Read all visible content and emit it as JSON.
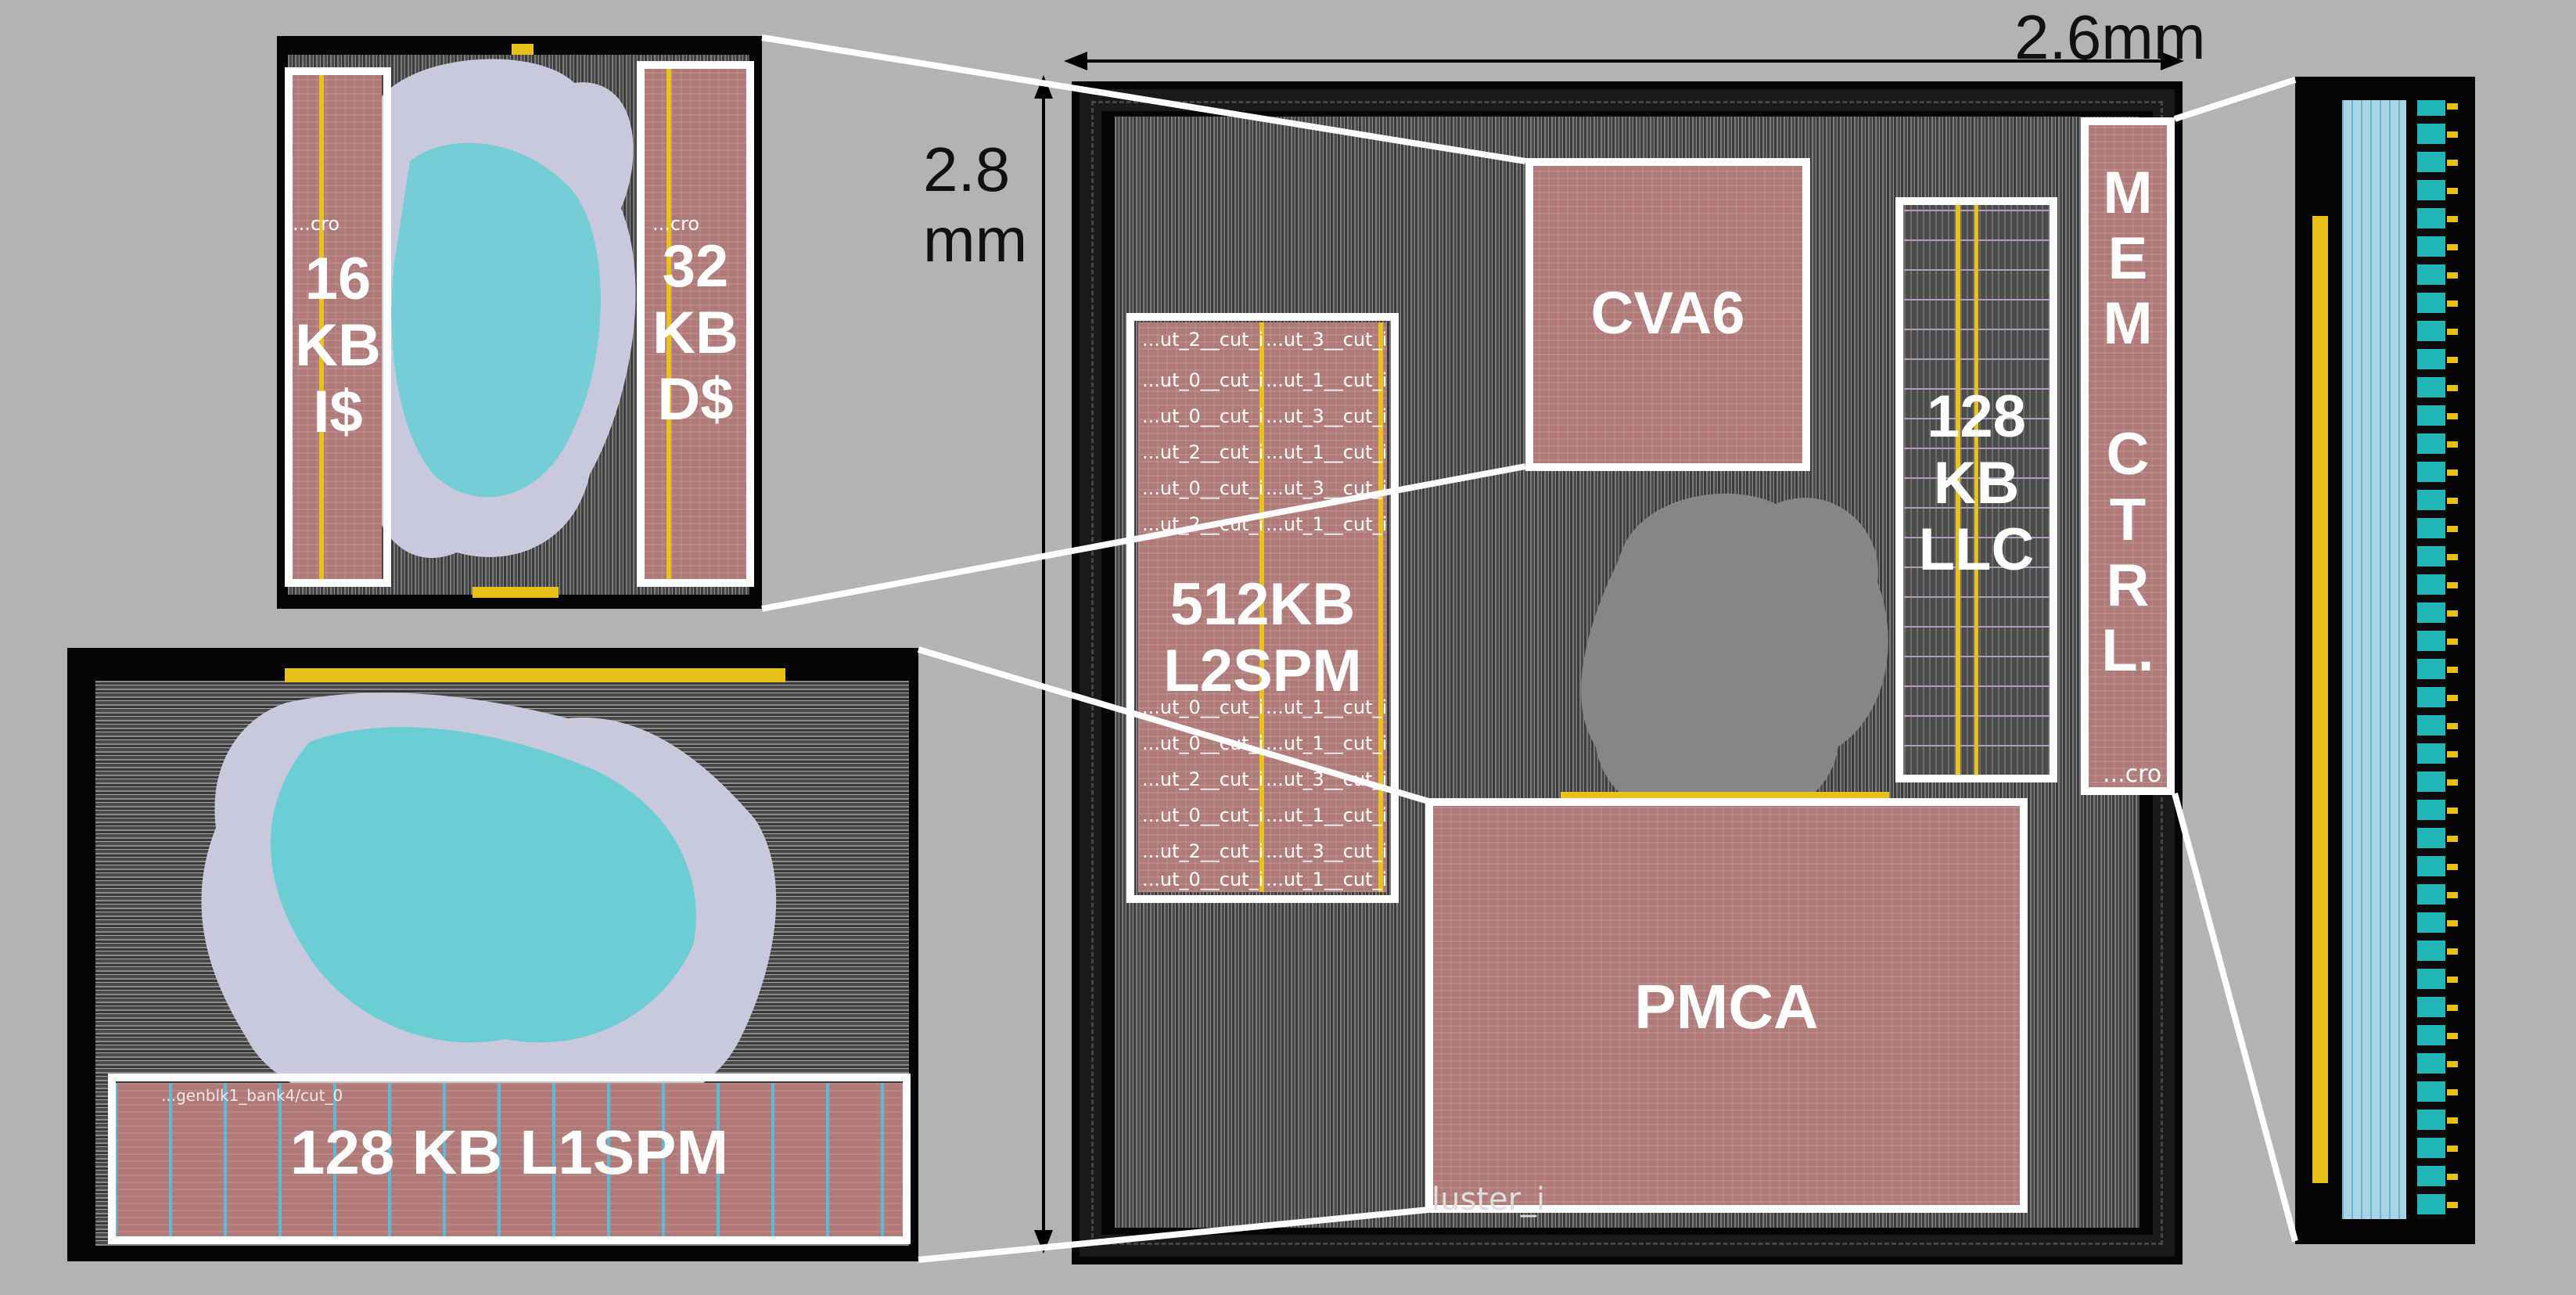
{
  "dimensions": {
    "width_label": "2.6mm",
    "height_label": "2.8\nmm"
  },
  "blocks": {
    "cva6": "CVA6",
    "l2spm": "512KB\nL2SPM",
    "llc": "128\nKB\nLLC",
    "memctrl": "M\nE\nM\n\nC\nT\nR\nL.",
    "pmca": "PMCA",
    "icache": "16\nKB\nI$",
    "dcache": "32\nKB\nD$",
    "l1spm": "128 KB L1SPM"
  },
  "macro_labels": {
    "l2_left": [
      "...ut_2__cut_i",
      "...ut_0__cut_i",
      "...ut_0__cut_i",
      "...ut_2__cut_i",
      "...ut_0__cut_i",
      "...ut_2__cut_i",
      "...ut_0__cut_i",
      "...ut_0__cut_i",
      "...ut_2__cut_i",
      "...ut_0__cut_i",
      "...ut_2__cut_i",
      "...ut_0__cut_i"
    ],
    "l2_right": [
      "...ut_3__cut_i",
      "...ut_1__cut_i",
      "...ut_3__cut_i",
      "...ut_1__cut_i",
      "...ut_3__cut_i",
      "...ut_1__cut_i",
      "...ut_1__cut_i",
      "...ut_1__cut_i",
      "...ut_3__cut_i",
      "...ut_1__cut_i",
      "...ut_3__cut_i",
      "...ut_1__cut_i"
    ],
    "cache_cro": "...cro",
    "memctrl_cro": "...cro",
    "cluster": "luster_i",
    "l1_bank": "...genblk1_bank4/cut_0"
  },
  "colors": {
    "background": "#b3b3b3",
    "macro": "#b07a78",
    "highlight_border": "#ffffff",
    "power_stripe": "#e8c21a",
    "logic_cyan": "#2fd0d0",
    "logic_lavender": "#c9c9dd"
  }
}
